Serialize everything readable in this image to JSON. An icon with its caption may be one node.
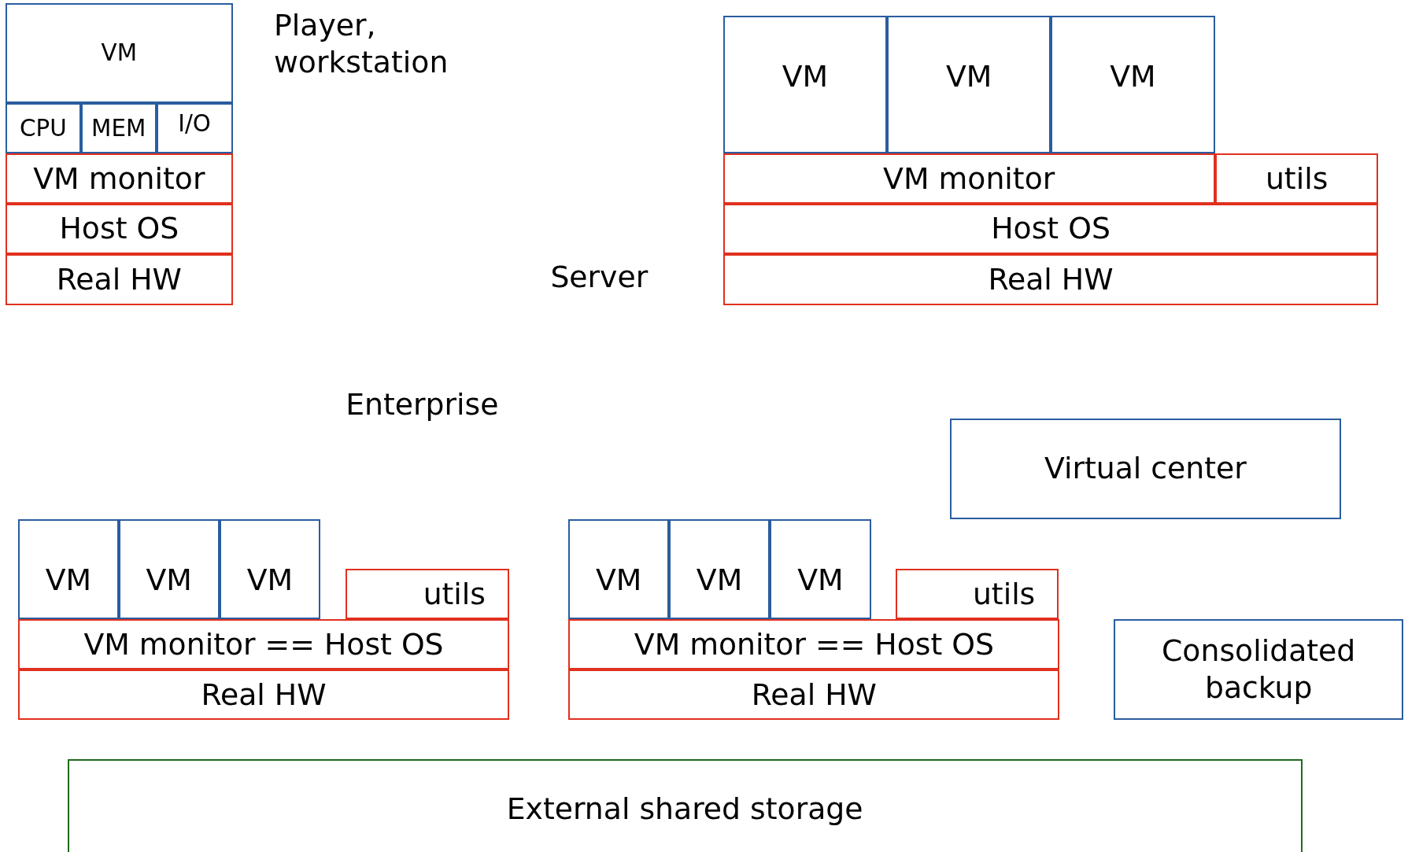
{
  "diagram": {
    "nodes": [
      {
        "text": [
          "VM"
        ]
      },
      {
        "text": [
          "CPU"
        ]
      },
      {
        "text": [
          "MEM"
        ]
      },
      {
        "text": [
          "I/O"
        ]
      },
      {
        "text": [
          "VM monitor"
        ]
      },
      {
        "text": [
          "Host OS"
        ]
      },
      {
        "text": [
          "Real HW"
        ]
      },
      {
        "text": [
          "VM"
        ]
      },
      {
        "text": [
          "VM"
        ]
      },
      {
        "text": [
          "VM"
        ]
      },
      {
        "text": [
          "VM monitor"
        ]
      },
      {
        "text": [
          "utils"
        ]
      },
      {
        "text": [
          "Host OS"
        ]
      },
      {
        "text": [
          "Real HW"
        ]
      },
      {
        "text": [
          "Virtual center"
        ]
      },
      {
        "text": [
          "VM"
        ]
      },
      {
        "text": [
          "VM"
        ]
      },
      {
        "text": [
          "VM"
        ]
      },
      {
        "text": [
          "utils"
        ]
      },
      {
        "text": [
          "VM monitor == Host OS"
        ]
      },
      {
        "text": [
          "Real HW"
        ]
      },
      {
        "text": [
          "VM"
        ]
      },
      {
        "text": [
          "VM"
        ]
      },
      {
        "text": [
          "VM"
        ]
      },
      {
        "text": [
          "utils"
        ]
      },
      {
        "text": [
          "VM monitor == Host OS"
        ]
      },
      {
        "text": [
          "Real HW"
        ]
      },
      {
        "text": [
          "Consolidated backup"
        ]
      },
      {
        "text": [
          "External shared storage"
        ]
      }
    ],
    "edges": [],
    "labels": [
      "Player, workstation",
      "Server",
      "Enterprise"
    ]
  }
}
